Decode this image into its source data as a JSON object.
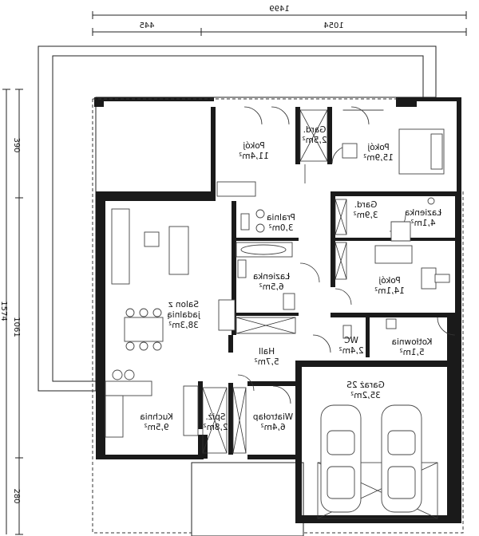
{
  "dimensions": {
    "total_width": "1499",
    "left_width": "445",
    "right_width": "1054",
    "total_height": "1574",
    "mid_height": "1061",
    "top_height": "390",
    "bottom_height": "280"
  },
  "rooms": {
    "pokoj_1": {
      "name": "Pokój",
      "area": "11,4m²"
    },
    "gard_1": {
      "name": "Gard.",
      "area": "2,5m²"
    },
    "pokoj_2": {
      "name": "Pokój",
      "area": "15,9m²"
    },
    "pralnia": {
      "name": "Pralnia",
      "area": "3,0m²"
    },
    "gard_2": {
      "name": "Gard.",
      "area": "3,9m²"
    },
    "lazienka_1": {
      "name": "Łazienka",
      "area": "4,1m²"
    },
    "salon": {
      "name": "Salon z",
      "name2": "jadalnią",
      "area": "38,3m²"
    },
    "lazienka_2": {
      "name": "Łazienka",
      "area": "6,5m²"
    },
    "pokoj_3": {
      "name": "Pokój",
      "area": "14,1m²"
    },
    "wc": {
      "name": "WC",
      "area": "2,4m²"
    },
    "kotlownia": {
      "name": "Kotłownia",
      "area": "5,1m²"
    },
    "hall": {
      "name": "Hall",
      "area": "5,7m²"
    },
    "garaz": {
      "name": "Garaż 2S",
      "area": "35,2m²"
    },
    "kuchnia": {
      "name": "Kuchnia",
      "area": "9,5m²"
    },
    "spiz": {
      "name": "Spiż.",
      "area": "2,8m²"
    },
    "wiatrolap": {
      "name": "Wiatrołap",
      "area": "6,4m²"
    }
  }
}
